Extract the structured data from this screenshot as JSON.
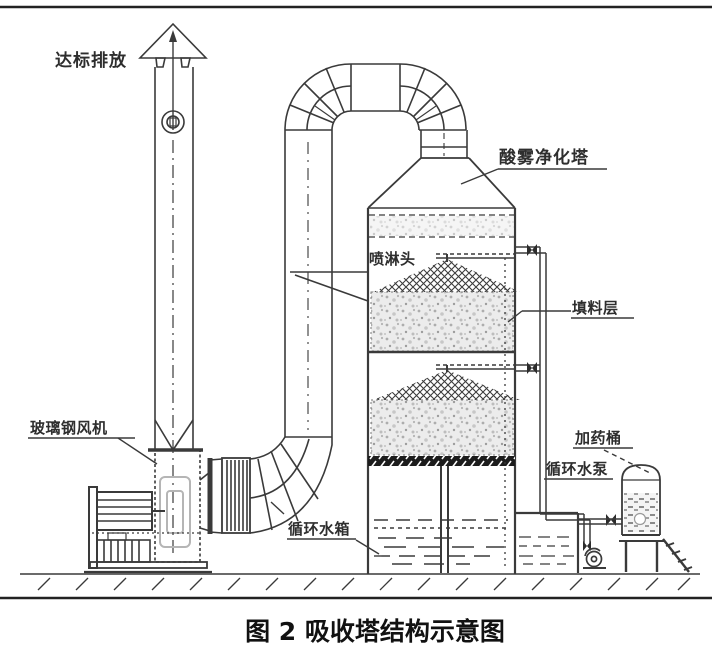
{
  "figure": {
    "caption": "图 2 吸收塔结构示意图",
    "labels": {
      "discharge": "达标排放",
      "tower": "酸雾净化塔",
      "spray_head": "喷淋头",
      "packing_layer": "填料层",
      "fan": "玻璃钢风机",
      "dosing_barrel": "加药桶",
      "circulating_pump": "循环水泵",
      "circulating_tank": "循环水箱"
    },
    "colors": {
      "line": "#3a3a3a",
      "text": "#2e2e2e",
      "background": "#ffffff",
      "packing_fill": "#ececec",
      "support_band": "#1c1c1c"
    }
  }
}
